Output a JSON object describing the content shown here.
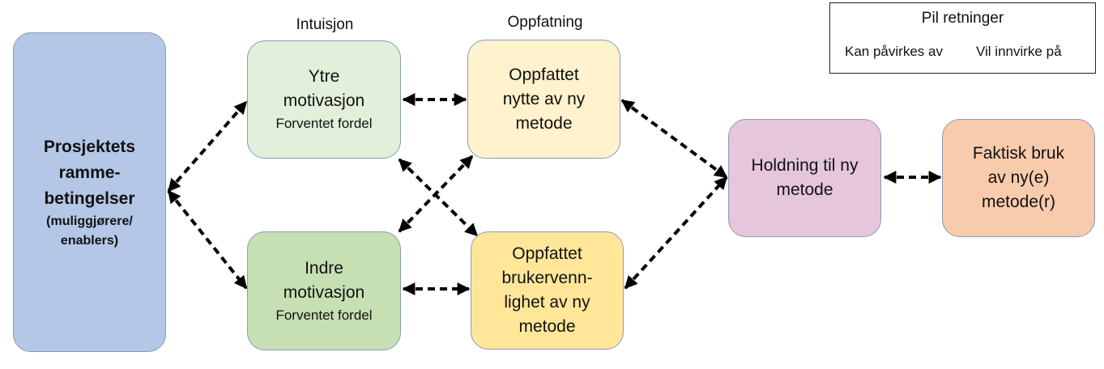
{
  "columns": {
    "intuition": "Intuisjon",
    "perception": "Oppfatning"
  },
  "nodes": {
    "framework": {
      "line1": "Prosjektets",
      "line2": "ramme-",
      "line3": "betingelser",
      "sub1": "(muliggjørere/",
      "sub2": "enablers)"
    },
    "external": {
      "line1": "Ytre",
      "line2": "motivasjon",
      "sub": "Forventet fordel"
    },
    "internal": {
      "line1": "Indre",
      "line2": "motivasjon",
      "sub": "Forventet fordel"
    },
    "usefulness": {
      "line1": "Oppfattet",
      "line2": "nytte av ny",
      "line3": "metode"
    },
    "ease": {
      "line1": "Oppfattet",
      "line2": "brukervenn-",
      "line3": "lighet av ny",
      "line4": "metode"
    },
    "attitude": {
      "line1": "Holdning til ny",
      "line2": "metode"
    },
    "usage": {
      "line1": "Faktisk bruk",
      "line2": "av ny(e)",
      "line3": "metode(r)"
    }
  },
  "colors": {
    "framework": "#b4c7e7",
    "external": "#e2efda",
    "internal": "#c6e0b4",
    "usefulness": "#fff2cc",
    "ease": "#ffe699",
    "attitude": "#e5c6dc",
    "usage": "#f8cbad",
    "arrow": "#000000"
  },
  "legend": {
    "title": "Pil retninger",
    "left": "Kan påvirkes av",
    "right": "Vil innvirke på"
  },
  "edges": [
    {
      "from": "framework",
      "to": "external",
      "direction": "both"
    },
    {
      "from": "framework",
      "to": "internal",
      "direction": "both"
    },
    {
      "from": "external",
      "to": "usefulness",
      "direction": "both"
    },
    {
      "from": "internal",
      "to": "ease",
      "direction": "both"
    },
    {
      "from": "external",
      "to": "ease",
      "direction": "both"
    },
    {
      "from": "internal",
      "to": "usefulness",
      "direction": "both"
    },
    {
      "from": "usefulness",
      "to": "attitude",
      "direction": "both"
    },
    {
      "from": "ease",
      "to": "attitude",
      "direction": "both"
    },
    {
      "from": "attitude",
      "to": "usage",
      "direction": "both"
    }
  ]
}
